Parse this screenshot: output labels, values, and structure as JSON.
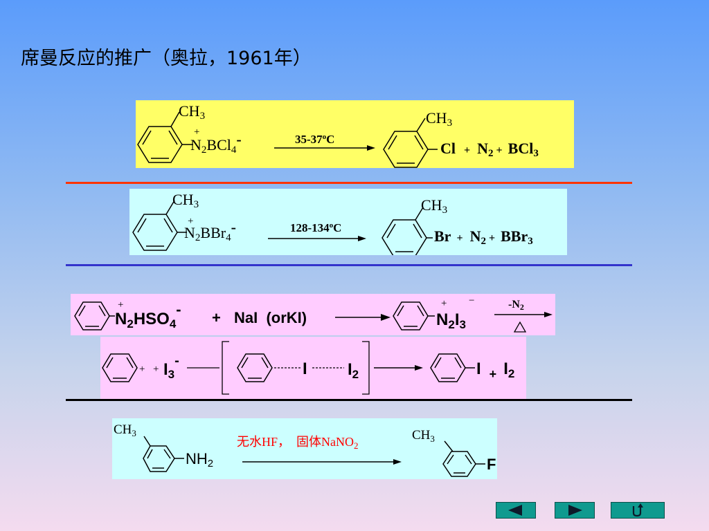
{
  "title": "席曼反应的推广（奥拉，1961年）",
  "colors": {
    "yellow_panel": "#ffff66",
    "cyan_panel": "#ccffff",
    "pink_panel": "#ffccff",
    "red_line": "#ff3300",
    "blue_line": "#3333cc",
    "black_line": "#000000",
    "nav_button": "#0f9a8f",
    "condition_red": "#ff0000"
  },
  "r1": {
    "ch3": "CH",
    "ch3_sub": "3",
    "plus": "+",
    "n": "N",
    "n_sub": "2",
    "anion": "BCl",
    "anion_sub": "4",
    "anion_charge": "-",
    "cond": "35-37",
    "cond_sup": "o",
    "cond_unit": "C",
    "p_ch3": "CH",
    "p_ch3_sub": "3",
    "p_x": "Cl",
    "p1": "+",
    "p_n": "N",
    "p_n_sub": "2",
    "p2": "+",
    "p_b": "BCl",
    "p_b_sub": "3"
  },
  "r2": {
    "ch3": "CH",
    "ch3_sub": "3",
    "plus": "+",
    "n": "N",
    "n_sub": "2",
    "anion": "BBr",
    "anion_sub": "4",
    "anion_charge": "-",
    "cond": "128-134",
    "cond_sup": "o",
    "cond_unit": "C",
    "p_ch3": "CH",
    "p_ch3_sub": "3",
    "p_x": "Br",
    "p1": "+",
    "p_n": "N",
    "p_n_sub": "2",
    "p2": "+",
    "p_b": "BBr",
    "p_b_sub": "3"
  },
  "r3": {
    "plus": "+",
    "n": "N",
    "n_sub": "2",
    "anion": "HSO",
    "anion_sub": "4",
    "anion_charge": "-",
    "p": "+",
    "reagent": "NaI  (orKI)",
    "prod_plus": "+",
    "prod_minus": "−",
    "prod_n": "N",
    "prod_n_sub": "2",
    "prod_i": "I",
    "prod_i_sub": "3",
    "cond": "-N",
    "cond_sub": "2"
  },
  "r4": {
    "plus1": "+",
    "plus2": "+",
    "i": "I",
    "i_sub": "3",
    "i_charge": "-",
    "mid_i": "I",
    "mid_i2": "I",
    "mid_i2_sub": "2",
    "prod_i": "I",
    "prod_plus": "+",
    "prod_i2": "I",
    "prod_i2_sub": "2"
  },
  "r5": {
    "ch3": "CH",
    "ch3_sub": "3",
    "nh": "NH",
    "nh_sub": "2",
    "cond_a": "无水HF，  固体NaNO",
    "cond_sub": "2",
    "p_ch3": "CH",
    "p_ch3_sub": "3",
    "p_f": "F"
  },
  "nav": {
    "prev_icon": "triangle-left-icon",
    "next_icon": "triangle-right-icon",
    "return_icon": "return-arrow-icon"
  }
}
